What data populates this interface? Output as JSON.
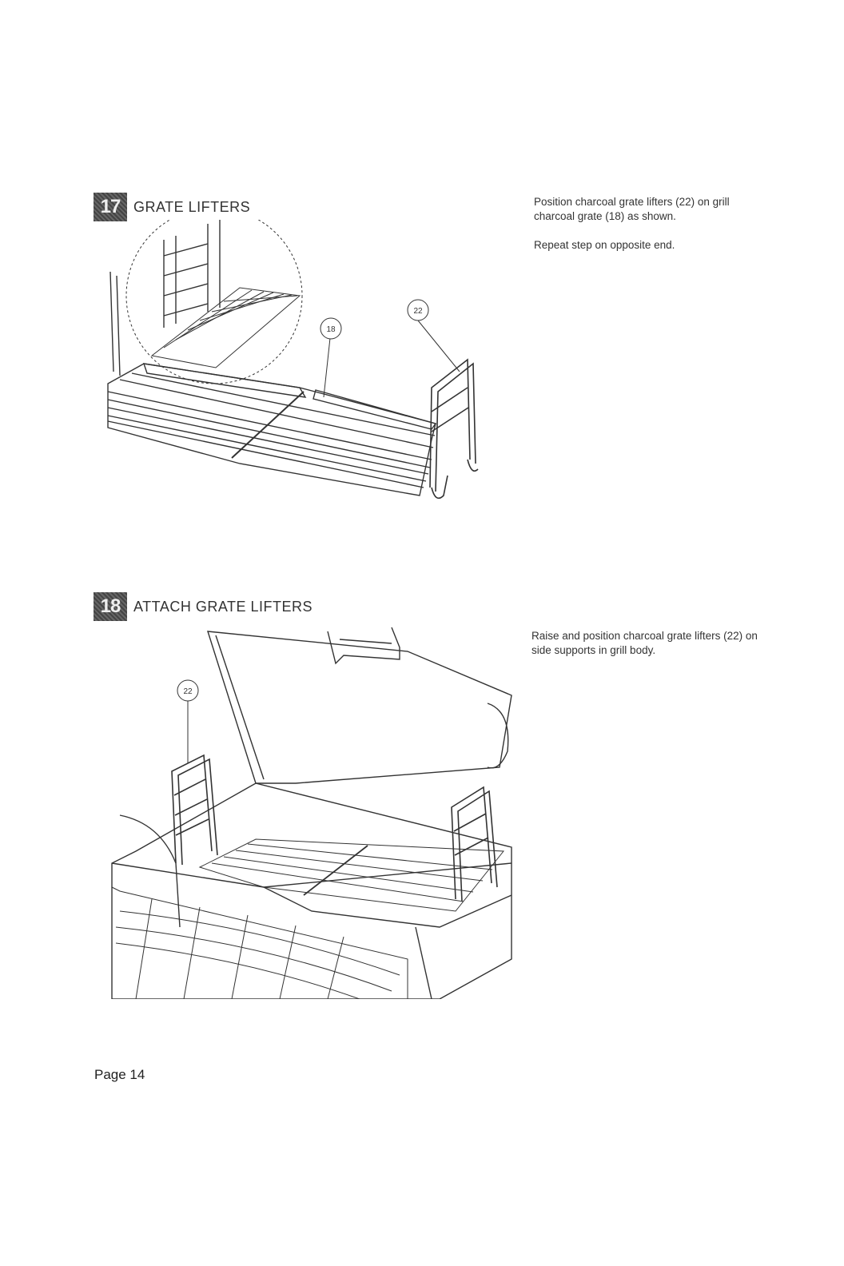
{
  "steps": [
    {
      "number": "17",
      "title": "GRATE LIFTERS",
      "instructions": [
        "Position charcoal grate lifters (22) on grill charcoal grate (18) as shown.",
        "Repeat step on opposite end."
      ],
      "callouts": [
        "18",
        "22"
      ]
    },
    {
      "number": "18",
      "title": "ATTACH GRATE LIFTERS",
      "instructions": [
        "Raise and position charcoal grate lifters (22) on side supports in grill body."
      ],
      "callouts": [
        "22"
      ]
    }
  ],
  "footer": {
    "page_label": "Page 14"
  }
}
